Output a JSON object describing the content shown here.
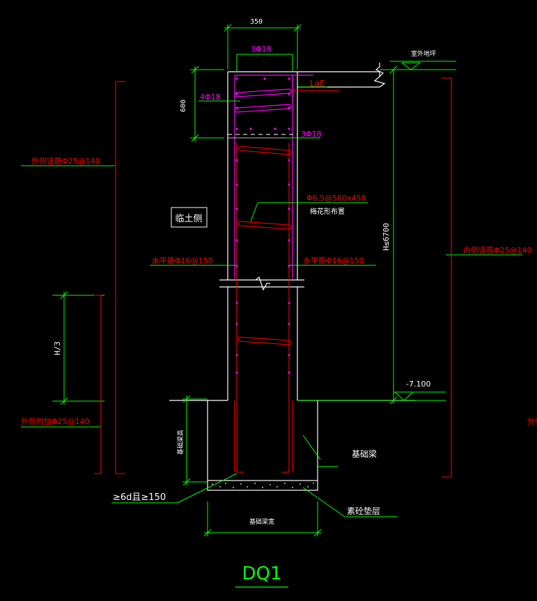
{
  "drawing": {
    "title": "DQ1",
    "colors": {
      "background": "#000000",
      "dimension": "#00ff00",
      "wall": "#ffffff",
      "rebar": "#ff0000",
      "stirrup": "#ff00ff",
      "label_red": "#ff0000",
      "label_white": "#ffffff",
      "title_green": "#00ff00"
    }
  },
  "dims": {
    "wall_width": "350",
    "top_height": "600",
    "wall_height": "H≤6700",
    "h_third": "H/3",
    "foundation_height": "基础梁高",
    "foundation_width": "基础梁宽"
  },
  "labels": {
    "top_bars": "3Φ18",
    "mid_bars": "4Φ18",
    "lower_bars": "3Φ18",
    "lae": "LaE",
    "outdoor_ground": "室外地坪",
    "elevation": "-7.100",
    "outer_vertical": "外侧竖筋Φ25@140",
    "outer_additional": "外侧附加Φ25@140",
    "inner_vertical": "内侧竖筋Φ25@140",
    "edge_cut_label": "外侧",
    "soil_side": "临土侧",
    "horiz_left": "水平筋Φ16@150",
    "horiz_right": "水平筋Φ16@150",
    "tie_bar": "Φ6.5@560x450",
    "tie_note": "梅花形布置",
    "foundation_beam": "基础梁",
    "cushion": "素砼垫层",
    "anchor_note": "≥6d且≥150"
  }
}
